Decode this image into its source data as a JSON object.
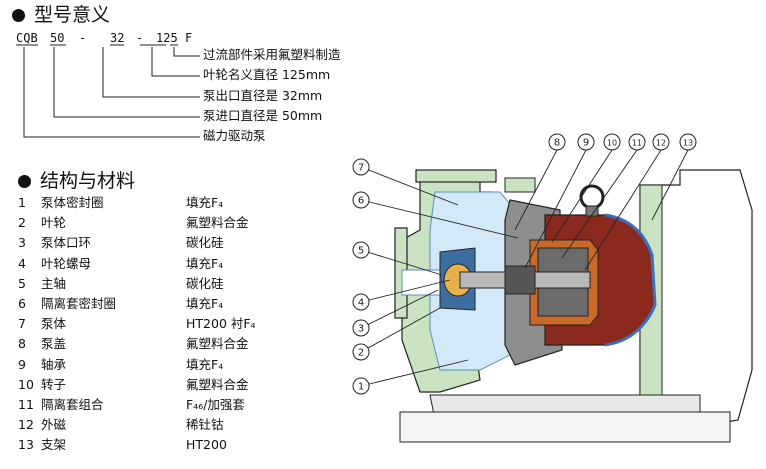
{
  "model": {
    "title": "型号意义",
    "code_parts": [
      "CQB",
      "50",
      "-",
      "32",
      "-",
      "125",
      "F"
    ],
    "meanings": [
      "过流部件采用氟塑料制造",
      "叶轮名义直径 125mm",
      "泵出口直径是 32mm",
      "泵进口直径是 50mm",
      "磁力驱动泵"
    ]
  },
  "structure": {
    "title": "结构与材料",
    "parts": [
      {
        "no": "1",
        "name": "泵体密封圈",
        "material": "填充F₄"
      },
      {
        "no": "2",
        "name": "叶轮",
        "material": "氟塑料合金"
      },
      {
        "no": "3",
        "name": "泵体口环",
        "material": "碳化硅"
      },
      {
        "no": "4",
        "name": "叶轮螺母",
        "material": "填充F₄"
      },
      {
        "no": "5",
        "name": "主轴",
        "material": "碳化硅"
      },
      {
        "no": "6",
        "name": "隔离套密封圈",
        "material": "填充F₄"
      },
      {
        "no": "7",
        "name": "泵体",
        "material": "HT200 衬F₄"
      },
      {
        "no": "8",
        "name": "泵盖",
        "material": "氟塑料合金"
      },
      {
        "no": "9",
        "name": "轴承",
        "material": "填充F₄"
      },
      {
        "no": "10",
        "name": "转子",
        "material": "氟塑料合金"
      },
      {
        "no": "11",
        "name": "隔离套组合",
        "material": "F₄₆/加强套"
      },
      {
        "no": "12",
        "name": "外磁",
        "material": "稀钍钴"
      },
      {
        "no": "13",
        "name": "支架",
        "material": "HT200"
      }
    ]
  },
  "diagram": {
    "callouts": [
      "1",
      "2",
      "3",
      "4",
      "5",
      "6",
      "7",
      "8",
      "9",
      "10",
      "11",
      "12",
      "13"
    ],
    "colors": {
      "casing": "#c9e3c3",
      "liquid": "#d3e9f7",
      "magnet": "#8a2a1f",
      "metal": "#7a7a7a",
      "line": "#222222"
    }
  }
}
